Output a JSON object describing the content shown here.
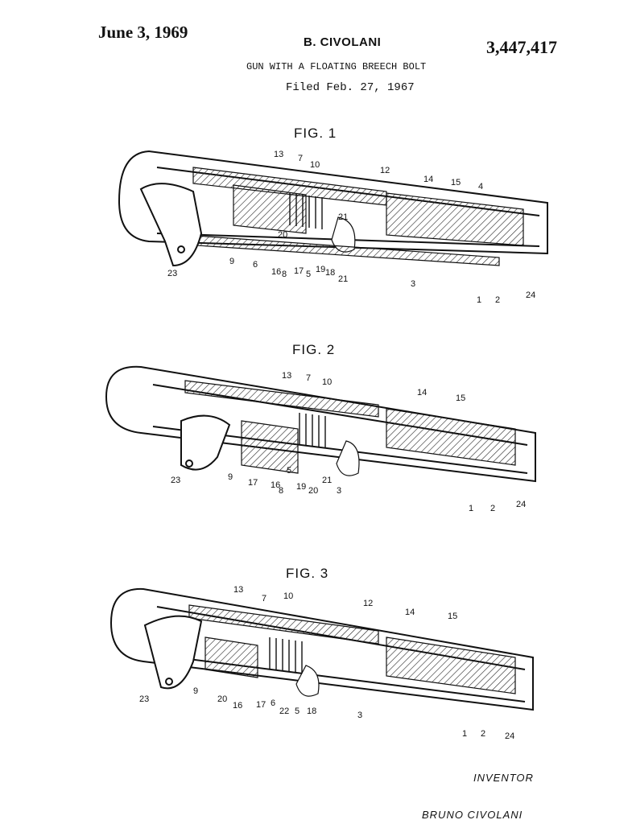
{
  "header": {
    "date": "June 3, 1969",
    "inventor_name": "B. CIVOLANI",
    "patent_number": "3,447,417",
    "title": "GUN WITH A FLOATING BREECH BOLT",
    "filed": "Filed Feb. 27, 1967"
  },
  "figures": [
    {
      "label": "FIG. 1",
      "numbers": [
        "13",
        "7",
        "10",
        "12",
        "14",
        "15",
        "4",
        "21",
        "20",
        "9",
        "6",
        "16",
        "8",
        "17",
        "5",
        "19",
        "18",
        "21",
        "3",
        "1",
        "2",
        "24",
        "23"
      ]
    },
    {
      "label": "FIG. 2",
      "numbers": [
        "13",
        "7",
        "10",
        "14",
        "15",
        "23",
        "9",
        "17",
        "16",
        "8",
        "5",
        "19",
        "20",
        "21",
        "3",
        "1",
        "2",
        "24"
      ]
    },
    {
      "label": "FIG. 3",
      "numbers": [
        "13",
        "7",
        "10",
        "12",
        "14",
        "15",
        "23",
        "9",
        "20",
        "16",
        "17",
        "6",
        "22",
        "5",
        "18",
        "3",
        "1",
        "2",
        "24"
      ]
    }
  ],
  "footer": {
    "inventor_label": "INVENTOR",
    "inventor_full_name": "BRUNO CIVOLANI"
  }
}
